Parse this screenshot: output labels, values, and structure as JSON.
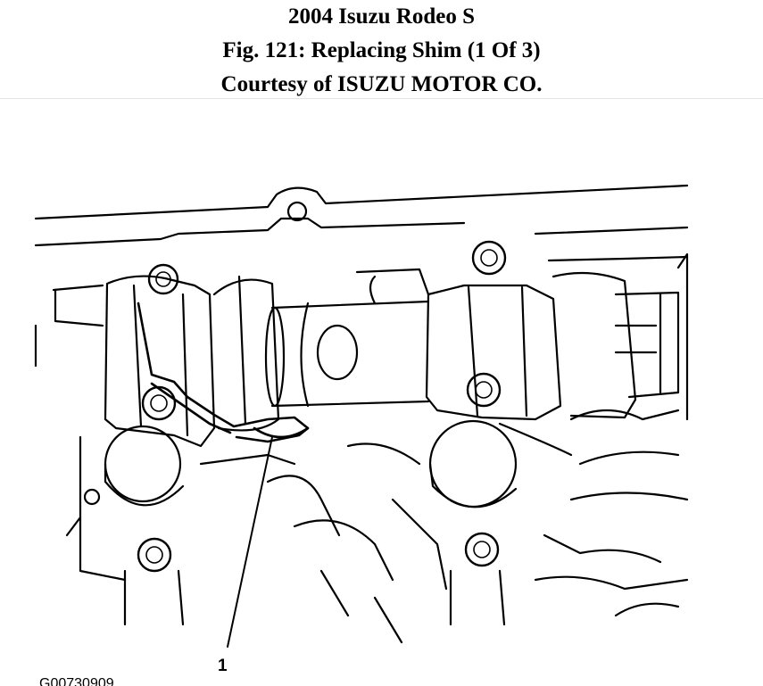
{
  "header": {
    "title": "2004 Isuzu Rodeo S",
    "figure": "Fig. 121: Replacing Shim (1 Of 3)",
    "courtesy": "Courtesy of ISUZU MOTOR CO."
  },
  "illustration": {
    "callout_label": "1",
    "figure_code": "G00730909"
  }
}
